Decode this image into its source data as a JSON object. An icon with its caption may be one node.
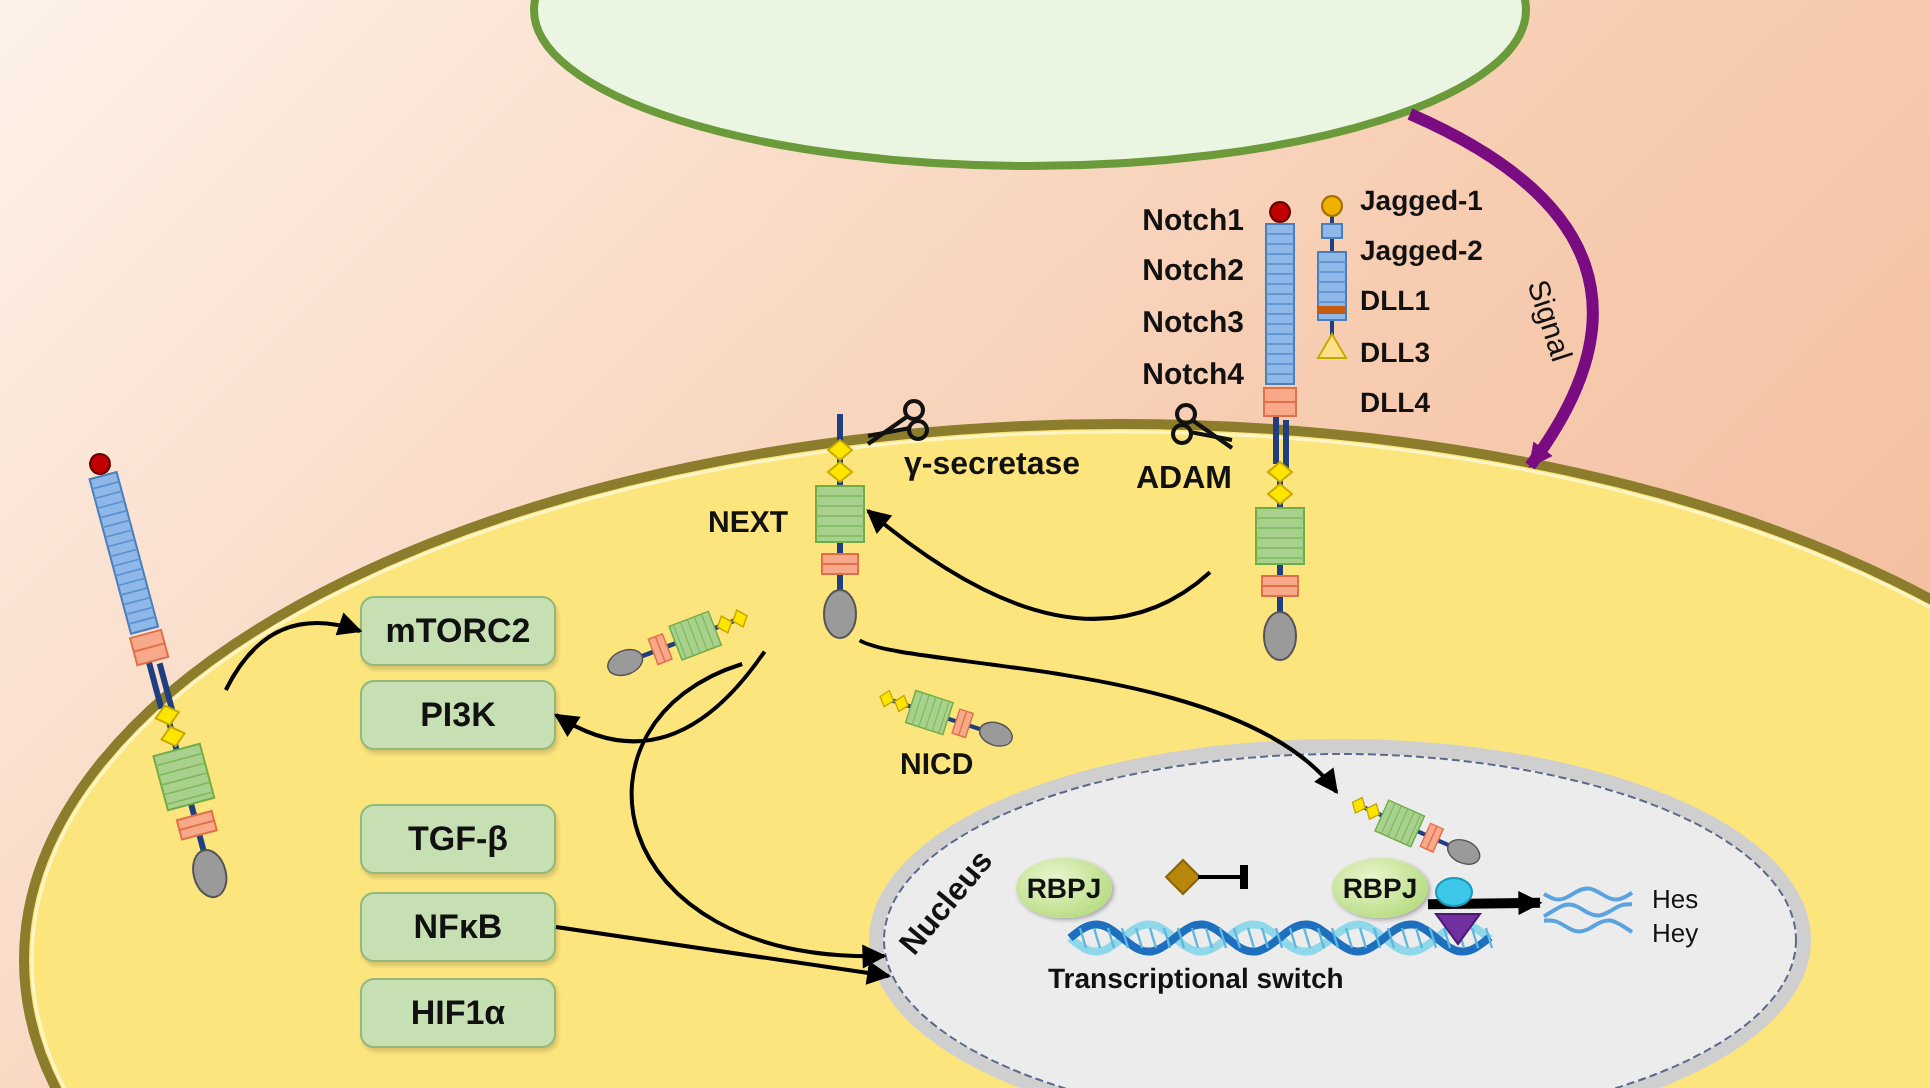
{
  "diagram": {
    "nodes": [
      {
        "text": [],
        "shape": "ellipse"
      },
      {
        "text": [],
        "shape": "ellipse"
      },
      {
        "text": [],
        "shape": "picture"
      },
      {
        "text": [],
        "shape": "picture",
        "beside": [
          "NEXT"
        ],
        "in": 1
      },
      {
        "text": [],
        "shape": "picture"
      },
      {
        "text": [],
        "shape": "picture",
        "in": 1
      },
      {
        "text": [],
        "shape": "picture",
        "beside": [
          "NICD"
        ],
        "in": 1
      },
      {
        "text": [
          "mTORC2"
        ],
        "in": 1
      },
      {
        "text": [
          "PI3K"
        ],
        "in": 1
      },
      {
        "text": [
          "TGF-β"
        ],
        "in": 1
      },
      {
        "text": [
          "NFκB"
        ],
        "in": 1
      },
      {
        "text": [
          "HIF1α"
        ],
        "in": 1
      },
      {
        "text": [
          "Nucleus"
        ],
        "in": 1
      },
      {
        "text": [
          "RBPJ"
        ],
        "in": 12
      },
      {
        "text": [],
        "shape": "diamond",
        "in": 12
      },
      {
        "text": [
          "RBPJ"
        ],
        "in": 12
      },
      {
        "text": [],
        "shape": "picture",
        "in": 12
      },
      {
        "text": [],
        "shape": "picture",
        "beside": [
          "Hes",
          "Hey"
        ],
        "in": 12
      }
    ],
    "edges": [
      {
        "from": 0,
        "to": 1,
        "arrow": "to",
        "label": "Signal",
        "style": "thick",
        "color": "#7a0c82"
      },
      {
        "from": 2,
        "to": 7,
        "arrow": "to"
      },
      {
        "from": 4,
        "to": 3,
        "arrow": "to"
      },
      {
        "from": 5,
        "to": 8,
        "arrow": "to"
      },
      {
        "from": 5,
        "to": 12,
        "arrow": "to"
      },
      {
        "from": 3,
        "to": 16,
        "arrow": "to"
      },
      {
        "from": 10,
        "to": 12,
        "arrow": "to"
      },
      {
        "from": 14,
        "to": null,
        "arrow": "other"
      },
      {
        "from": 15,
        "to": 17,
        "arrow": "to",
        "style": "thick"
      }
    ],
    "labels": [
      "Jagged-1",
      "Notch1",
      "Jagged-2",
      "Notch2",
      "DLL1",
      "Notch3",
      "DLL3",
      "Notch4",
      "DLL4",
      "γ-secretase",
      "ADAM",
      "Transcriptional switch"
    ]
  }
}
